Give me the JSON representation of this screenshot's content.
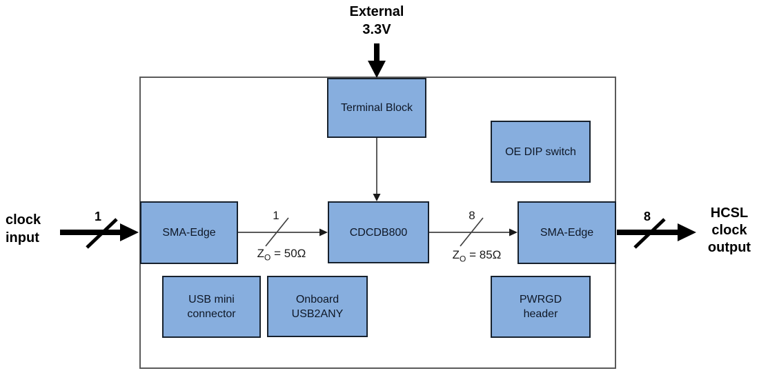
{
  "diagram": {
    "external_label": {
      "line1": "External",
      "line2": "3.3V"
    },
    "input_label": {
      "line1": "clock",
      "line2": "input"
    },
    "output_label": {
      "line1": "HCSL",
      "line2": "clock",
      "line3": "output"
    },
    "blocks": {
      "terminal_block": {
        "label": "Terminal Block"
      },
      "oe_dip_switch": {
        "label": "OE DIP switch"
      },
      "sma_edge_input": {
        "label": "SMA-Edge"
      },
      "cdcdb800": {
        "label": "CDCDB800"
      },
      "sma_edge_output": {
        "label": "SMA-Edge"
      },
      "usb_mini_connector": {
        "line1": "USB mini",
        "line2": "connector"
      },
      "onboard_usb2any": {
        "line1": "Onboard",
        "line2": "USB2ANY"
      },
      "pwrgd_header": {
        "line1": "PWRGD",
        "line2": "header"
      }
    },
    "buses": {
      "input": {
        "width": "1"
      },
      "sma_to_cdcdb800": {
        "width": "1",
        "z": "Z",
        "z_sub": "O",
        "z_value": " = 50Ω"
      },
      "cdcdb800_to_sma": {
        "width": "8",
        "z": "Z",
        "z_sub": "O",
        "z_value": " = 85Ω"
      },
      "output": {
        "width": "8"
      }
    },
    "colors": {
      "block_fill": "#87AEDE",
      "block_border": "#16202C",
      "board_border": "#595959",
      "arrow_black": "#000000",
      "thin_line": "#404040"
    }
  }
}
